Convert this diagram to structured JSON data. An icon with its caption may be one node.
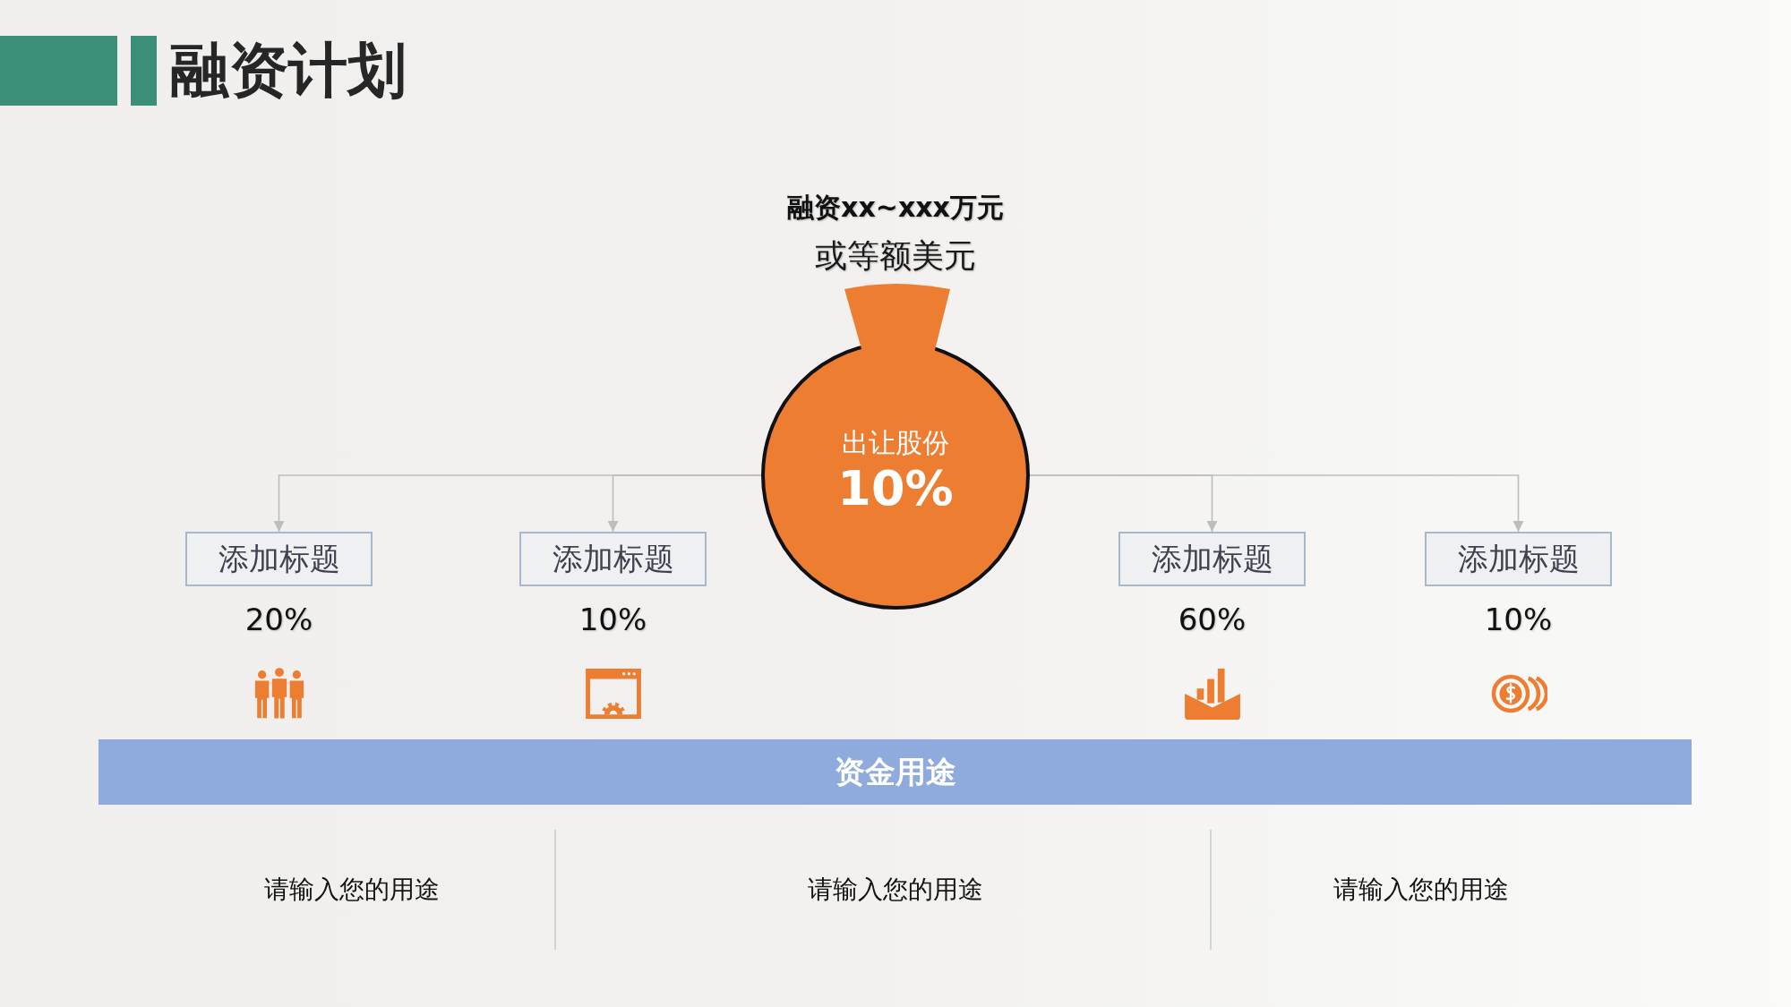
{
  "diagram": {
    "title": "融资计划",
    "nodes": [
      {
        "text": [
          "融资xx~xxx万元",
          "或等额美元",
          "出让股份",
          "10%"
        ]
      },
      {
        "text": [
          "添加标题"
        ],
        "beside": [
          "20%"
        ]
      },
      {
        "text": [
          "添加标题"
        ],
        "beside": [
          "10%"
        ]
      },
      {
        "text": [
          "添加标题"
        ],
        "beside": [
          "60%"
        ]
      },
      {
        "text": [
          "添加标题"
        ],
        "beside": [
          "10%"
        ]
      },
      {
        "text": [
          "资金用途"
        ]
      }
    ],
    "edges": [
      {
        "from": 0,
        "to": 1,
        "arrow": "to"
      },
      {
        "from": 0,
        "to": 2,
        "arrow": "to"
      },
      {
        "from": 0,
        "to": 3,
        "arrow": "to"
      },
      {
        "from": 0,
        "to": 4,
        "arrow": "to"
      }
    ],
    "labels": [
      "请输入您的用途",
      "请输入您的用途",
      "请输入您的用途"
    ]
  }
}
